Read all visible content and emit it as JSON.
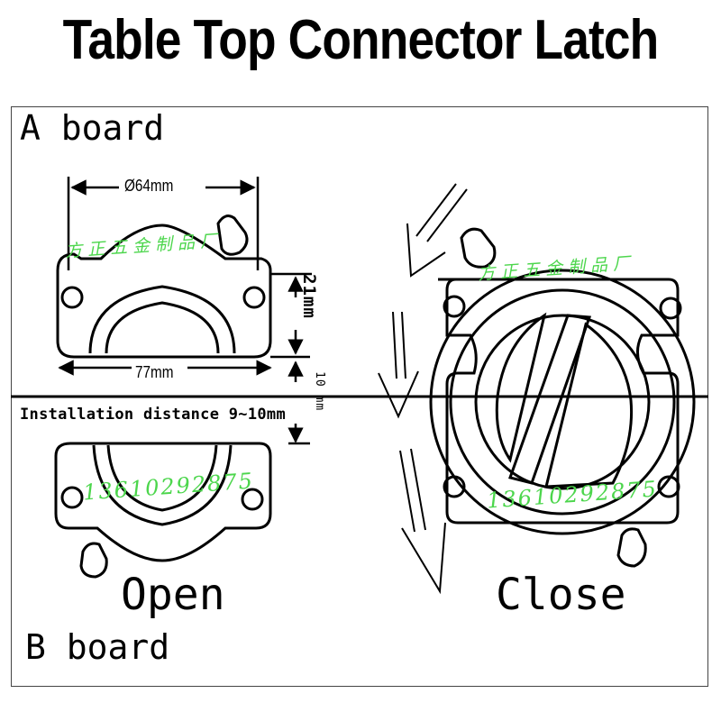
{
  "title": "Table Top Connector Latch",
  "labels": {
    "board_a": "A board",
    "board_b": "B board",
    "open": "Open",
    "close": "Close",
    "installation_distance": "Installation distance 9~10mm"
  },
  "dimensions": {
    "diameter": "Ø64mm",
    "width": "77mm",
    "height": "21mm",
    "gap": "10 mm"
  },
  "watermarks": {
    "company": "方正五金制品厂",
    "phone": "13610292875"
  },
  "colors": {
    "line": "#000000",
    "watermark": "#4cd64c"
  }
}
